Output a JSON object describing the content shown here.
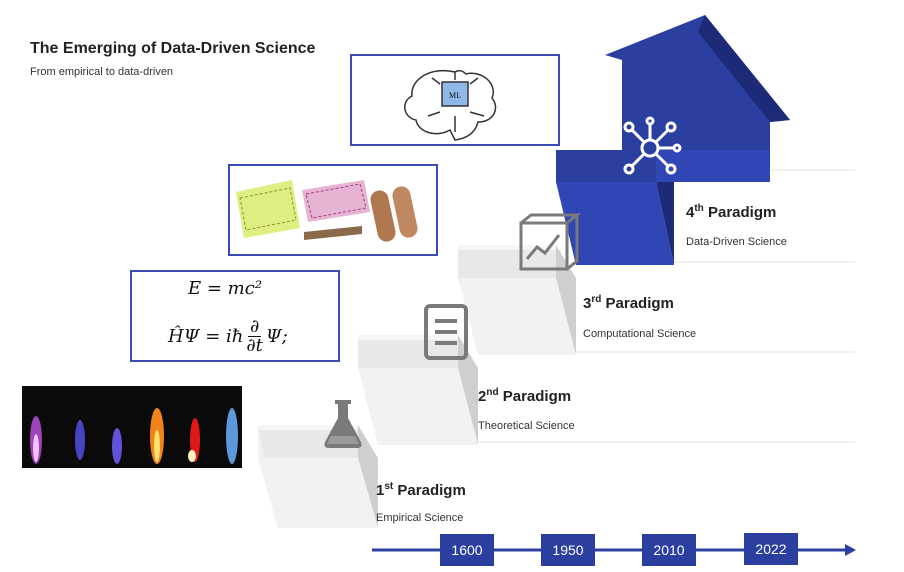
{
  "header": {
    "title": "The Emerging of Data-Driven Science",
    "subtitle": "From empirical to data-driven"
  },
  "paradigms": [
    {
      "num": "1",
      "sup": "st",
      "word": "Paradigm",
      "name": "Empirical Science",
      "icon": "flask-icon"
    },
    {
      "num": "2",
      "sup": "nd",
      "word": "Paradigm",
      "name": "Theoretical Science",
      "icon": "document-icon"
    },
    {
      "num": "3",
      "sup": "rd",
      "word": "Paradigm",
      "name": "Computational Science",
      "icon": "chart-cube-icon"
    },
    {
      "num": "4",
      "sup": "th",
      "word": "Paradigm",
      "name": "Data-Driven Science",
      "icon": "network-icon"
    }
  ],
  "equations": {
    "line1": "E = mc²",
    "line2_lhs": "ĤΨ = iħ",
    "frac_top": "∂",
    "frac_bottom": "∂t",
    "line2_rhs": "Ψ;"
  },
  "brain_chip_label": "ML",
  "timeline": [
    "1600",
    "1950",
    "2010",
    "2022"
  ],
  "colors": {
    "accent": "#2b3fa0",
    "step_face": "#efefef",
    "step_side": "#d3d3d3",
    "frame": "#3a4bb3"
  }
}
